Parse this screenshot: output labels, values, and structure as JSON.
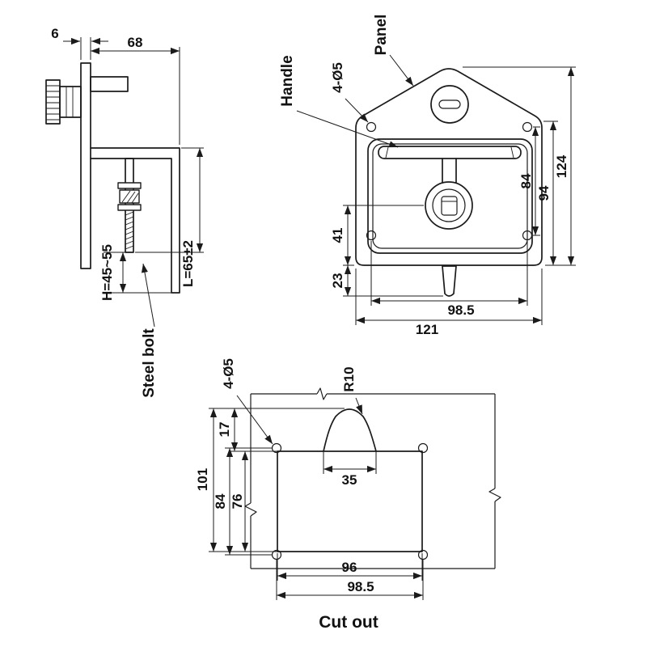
{
  "side_view": {
    "dim_thickness": "6",
    "dim_depth": "68",
    "dim_height": "H=45~55",
    "dim_bolt_length": "L=65±2",
    "label_steel_bolt": "Steel bolt"
  },
  "front_view": {
    "label_handle": "Handle",
    "label_holes": "4-Ø5",
    "label_panel": "Panel",
    "dim_hole_spacing_v": "84",
    "dim_body_height": "94",
    "dim_total_height": "124",
    "dim_pivot_offset": "41",
    "dim_stem": "23",
    "dim_hole_spacing_h": "98.5",
    "dim_total_width": "121"
  },
  "cutout_view": {
    "label_holes": "4-Ø5",
    "label_radius": "R10",
    "dim_dome_height": "17",
    "dim_total_height": "101",
    "dim_hole_spacing_v": "84",
    "dim_rect_height": "76",
    "dim_dome_width": "35",
    "dim_rect_width": "96",
    "dim_hole_spacing_h": "98.5",
    "caption": "Cut out"
  }
}
